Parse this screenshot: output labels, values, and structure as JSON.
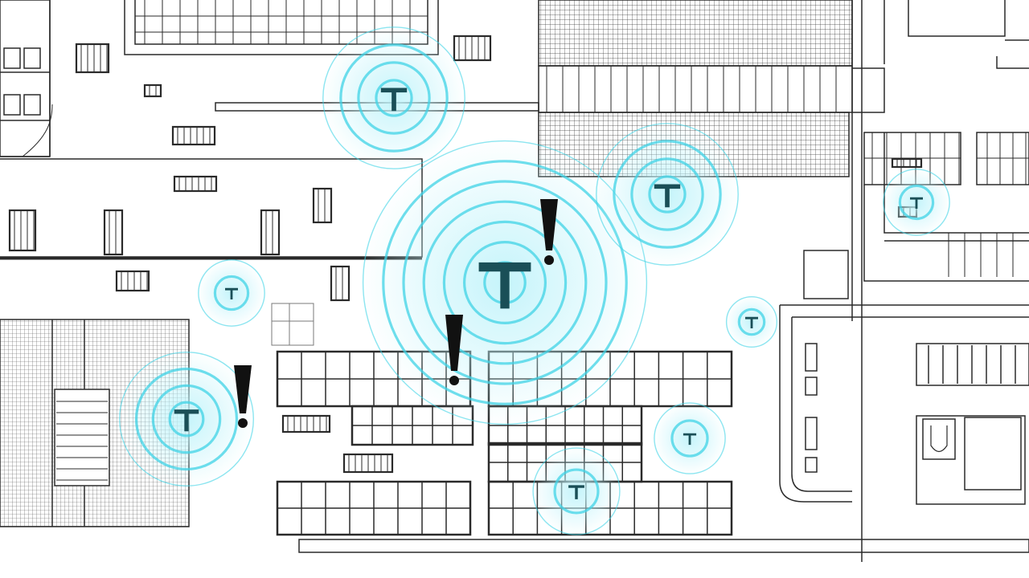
{
  "palette": {
    "background": "#ffffff",
    "line": "#2a2a2a",
    "line_light": "#7a7a7a",
    "signal": "#3fd3e6",
    "signal_glow": "#bff3fa",
    "alert": "#111111"
  },
  "icons": {
    "signal_source": "wifi-signal-icon",
    "alert": "exclamation-icon",
    "equipment": "equipment-icon"
  },
  "signal_sources": [
    {
      "id": "main-hub",
      "strength": 1.0
    },
    {
      "id": "north-hub",
      "strength": 0.55
    },
    {
      "id": "east-hub",
      "strength": 0.6
    },
    {
      "id": "west-node",
      "strength": 0.3
    },
    {
      "id": "southwest-node",
      "strength": 0.55
    },
    {
      "id": "south-node",
      "strength": 0.35
    },
    {
      "id": "southeast-node",
      "strength": 0.3
    },
    {
      "id": "far-east-node",
      "strength": 0.25
    },
    {
      "id": "right-wing-node",
      "strength": 0.3
    }
  ],
  "alerts": [
    {
      "id": "alert-main"
    },
    {
      "id": "alert-center"
    },
    {
      "id": "alert-west"
    }
  ]
}
